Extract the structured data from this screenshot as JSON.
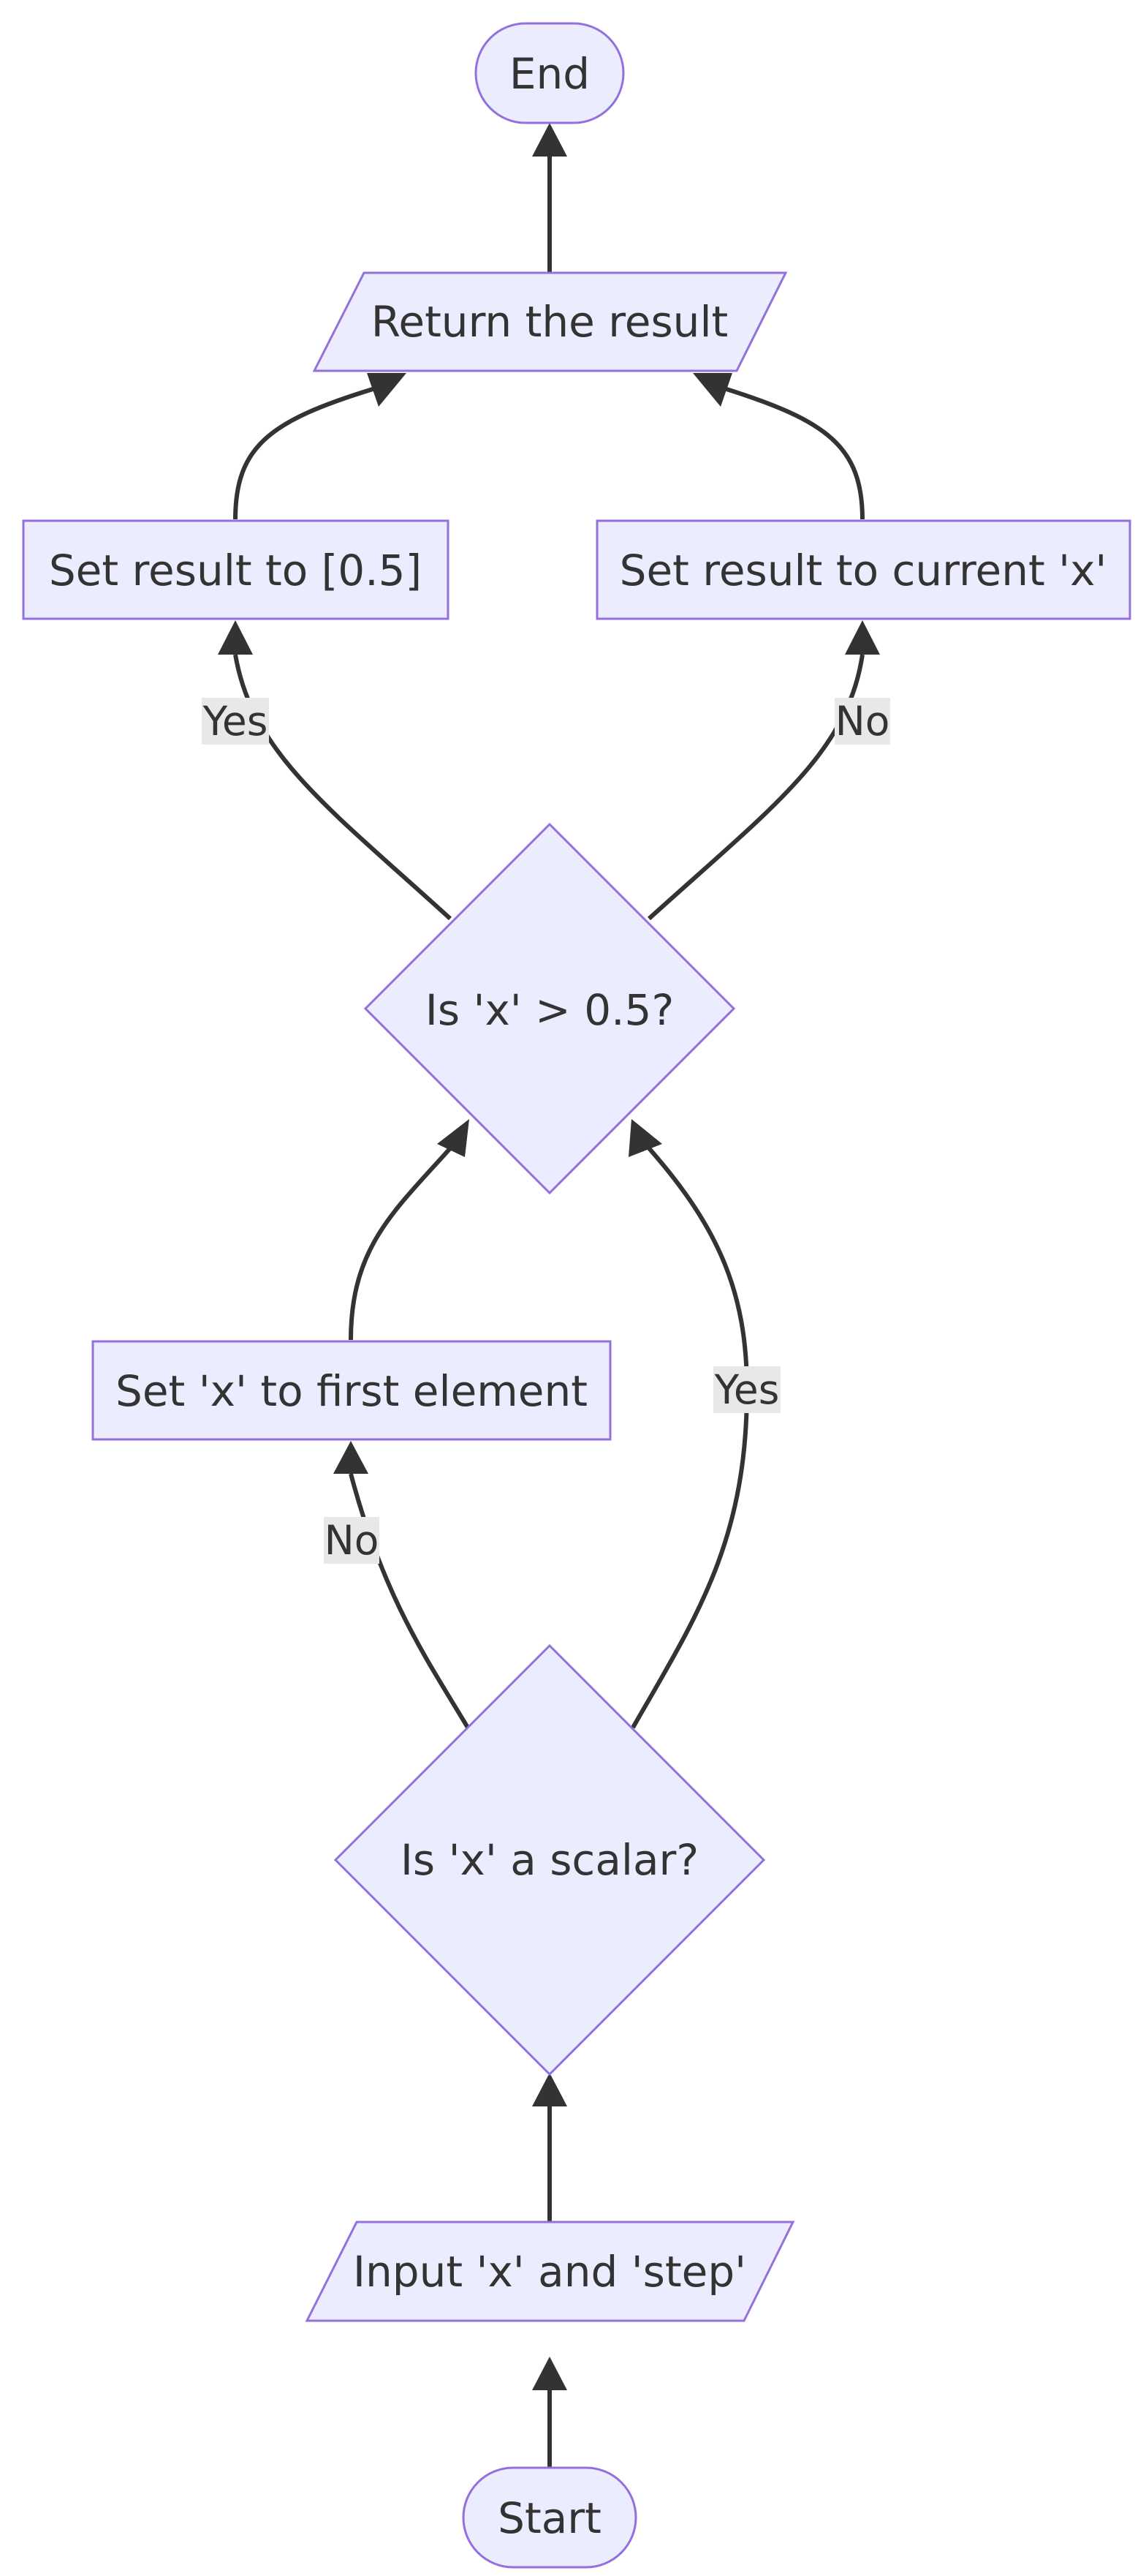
{
  "colors": {
    "node_fill": "#ECECFF",
    "node_stroke": "#9370DB",
    "edge": "#333333",
    "edge_label_bg": "#E8E8E8",
    "text": "#333333"
  },
  "nodes": {
    "start": {
      "label": "Start",
      "shape": "stadium"
    },
    "input": {
      "label": "Input 'x' and 'step'",
      "shape": "parallelogram"
    },
    "is_scalar": {
      "label": "Is 'x' a scalar?",
      "shape": "diamond"
    },
    "set_first": {
      "label": "Set 'x' to first element",
      "shape": "rectangle"
    },
    "is_gt": {
      "label": "Is 'x' > 0.5?",
      "shape": "diamond"
    },
    "set_half": {
      "label": "Set result to [0.5]",
      "shape": "rectangle"
    },
    "set_current": {
      "label": "Set result to current 'x'",
      "shape": "rectangle"
    },
    "return": {
      "label": "Return the result",
      "shape": "parallelogram"
    },
    "end": {
      "label": "End",
      "shape": "stadium"
    }
  },
  "edges": [
    {
      "from": "start",
      "to": "input",
      "label": ""
    },
    {
      "from": "input",
      "to": "is_scalar",
      "label": ""
    },
    {
      "from": "is_scalar",
      "to": "set_first",
      "label": "No"
    },
    {
      "from": "is_scalar",
      "to": "is_gt",
      "label": "Yes"
    },
    {
      "from": "set_first",
      "to": "is_gt",
      "label": ""
    },
    {
      "from": "is_gt",
      "to": "set_half",
      "label": "Yes"
    },
    {
      "from": "is_gt",
      "to": "set_current",
      "label": "No"
    },
    {
      "from": "set_half",
      "to": "return",
      "label": ""
    },
    {
      "from": "set_current",
      "to": "return",
      "label": ""
    },
    {
      "from": "return",
      "to": "end",
      "label": ""
    }
  ]
}
